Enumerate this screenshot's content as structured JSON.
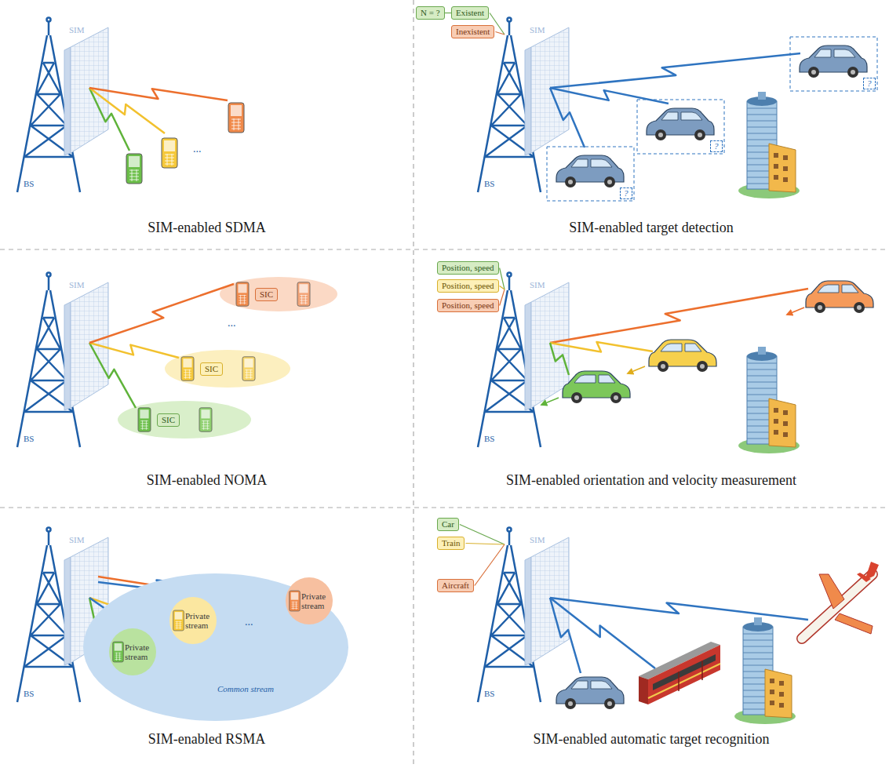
{
  "diagram": {
    "nodes": [
      {
        "text": [
          "N = ?"
        ]
      },
      {
        "text": [
          "Existent"
        ]
      },
      {
        "text": [
          "Inexistent"
        ]
      },
      {
        "text": [
          "?"
        ]
      },
      {
        "text": [
          "?"
        ]
      },
      {
        "text": [
          "?"
        ]
      },
      {
        "text": [
          "SIC"
        ]
      },
      {
        "text": [
          "SIC"
        ]
      },
      {
        "text": [
          "SIC"
        ]
      },
      {
        "text": [
          "Position, speed"
        ]
      },
      {
        "text": [
          "Position, speed"
        ]
      },
      {
        "text": [
          "Position, speed"
        ]
      },
      {
        "text": [
          "Common stream"
        ]
      },
      {
        "text": [
          "Private stream"
        ],
        "in": 12
      },
      {
        "text": [
          "Private stream"
        ],
        "in": 12
      },
      {
        "text": [
          "Private stream"
        ],
        "in": 12
      },
      {
        "text": [
          "Car"
        ]
      },
      {
        "text": [
          "Train"
        ]
      },
      {
        "text": [
          "Aircraft"
        ]
      }
    ],
    "edges": [
      {
        "from": 0,
        "to": 1,
        "arrow": "none"
      }
    ],
    "labels": [
      "SIM",
      "BS",
      "...",
      "SIM-enabled SDMA",
      "SIM",
      "BS",
      "SIM-enabled target detection",
      "SIM",
      "...",
      "BS",
      "SIM-enabled NOMA",
      "SIM",
      "BS",
      "SIM-enabled orientation and velocity measurement",
      "SIM",
      "...",
      "BS",
      "SIM-enabled RSMA",
      "SIM",
      "BS",
      "SIM-enabled automatic target recognition"
    ]
  }
}
